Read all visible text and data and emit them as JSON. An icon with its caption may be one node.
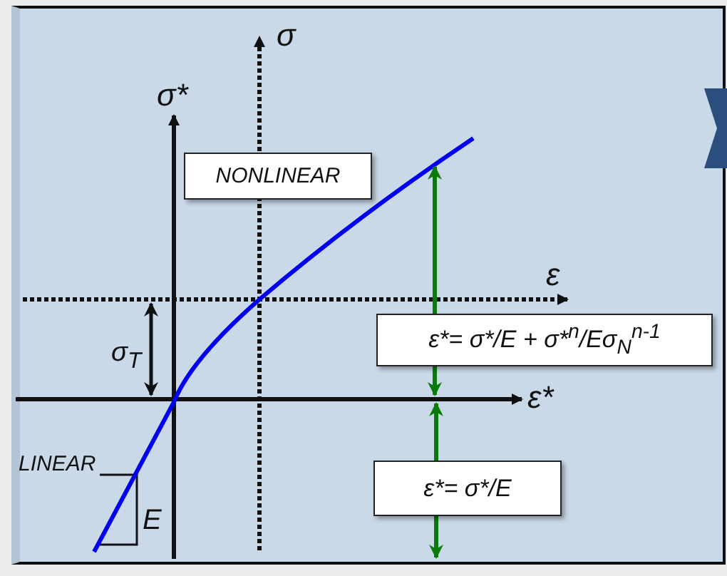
{
  "diagram": {
    "nodes": [
      {
        "text": [
          "NONLINEAR"
        ]
      },
      {
        "text": [
          "ε*= σ*/E + σ*$^{n}$/Eσ$_{N}$$^{n-1}$"
        ]
      },
      {
        "text": [
          "ε*= σ*/E"
        ]
      }
    ],
    "edges": [],
    "labels": [
      "σ",
      "σ*",
      "ε",
      "σ$_{T}$",
      "ε*",
      "LINEAR",
      "E"
    ]
  }
}
